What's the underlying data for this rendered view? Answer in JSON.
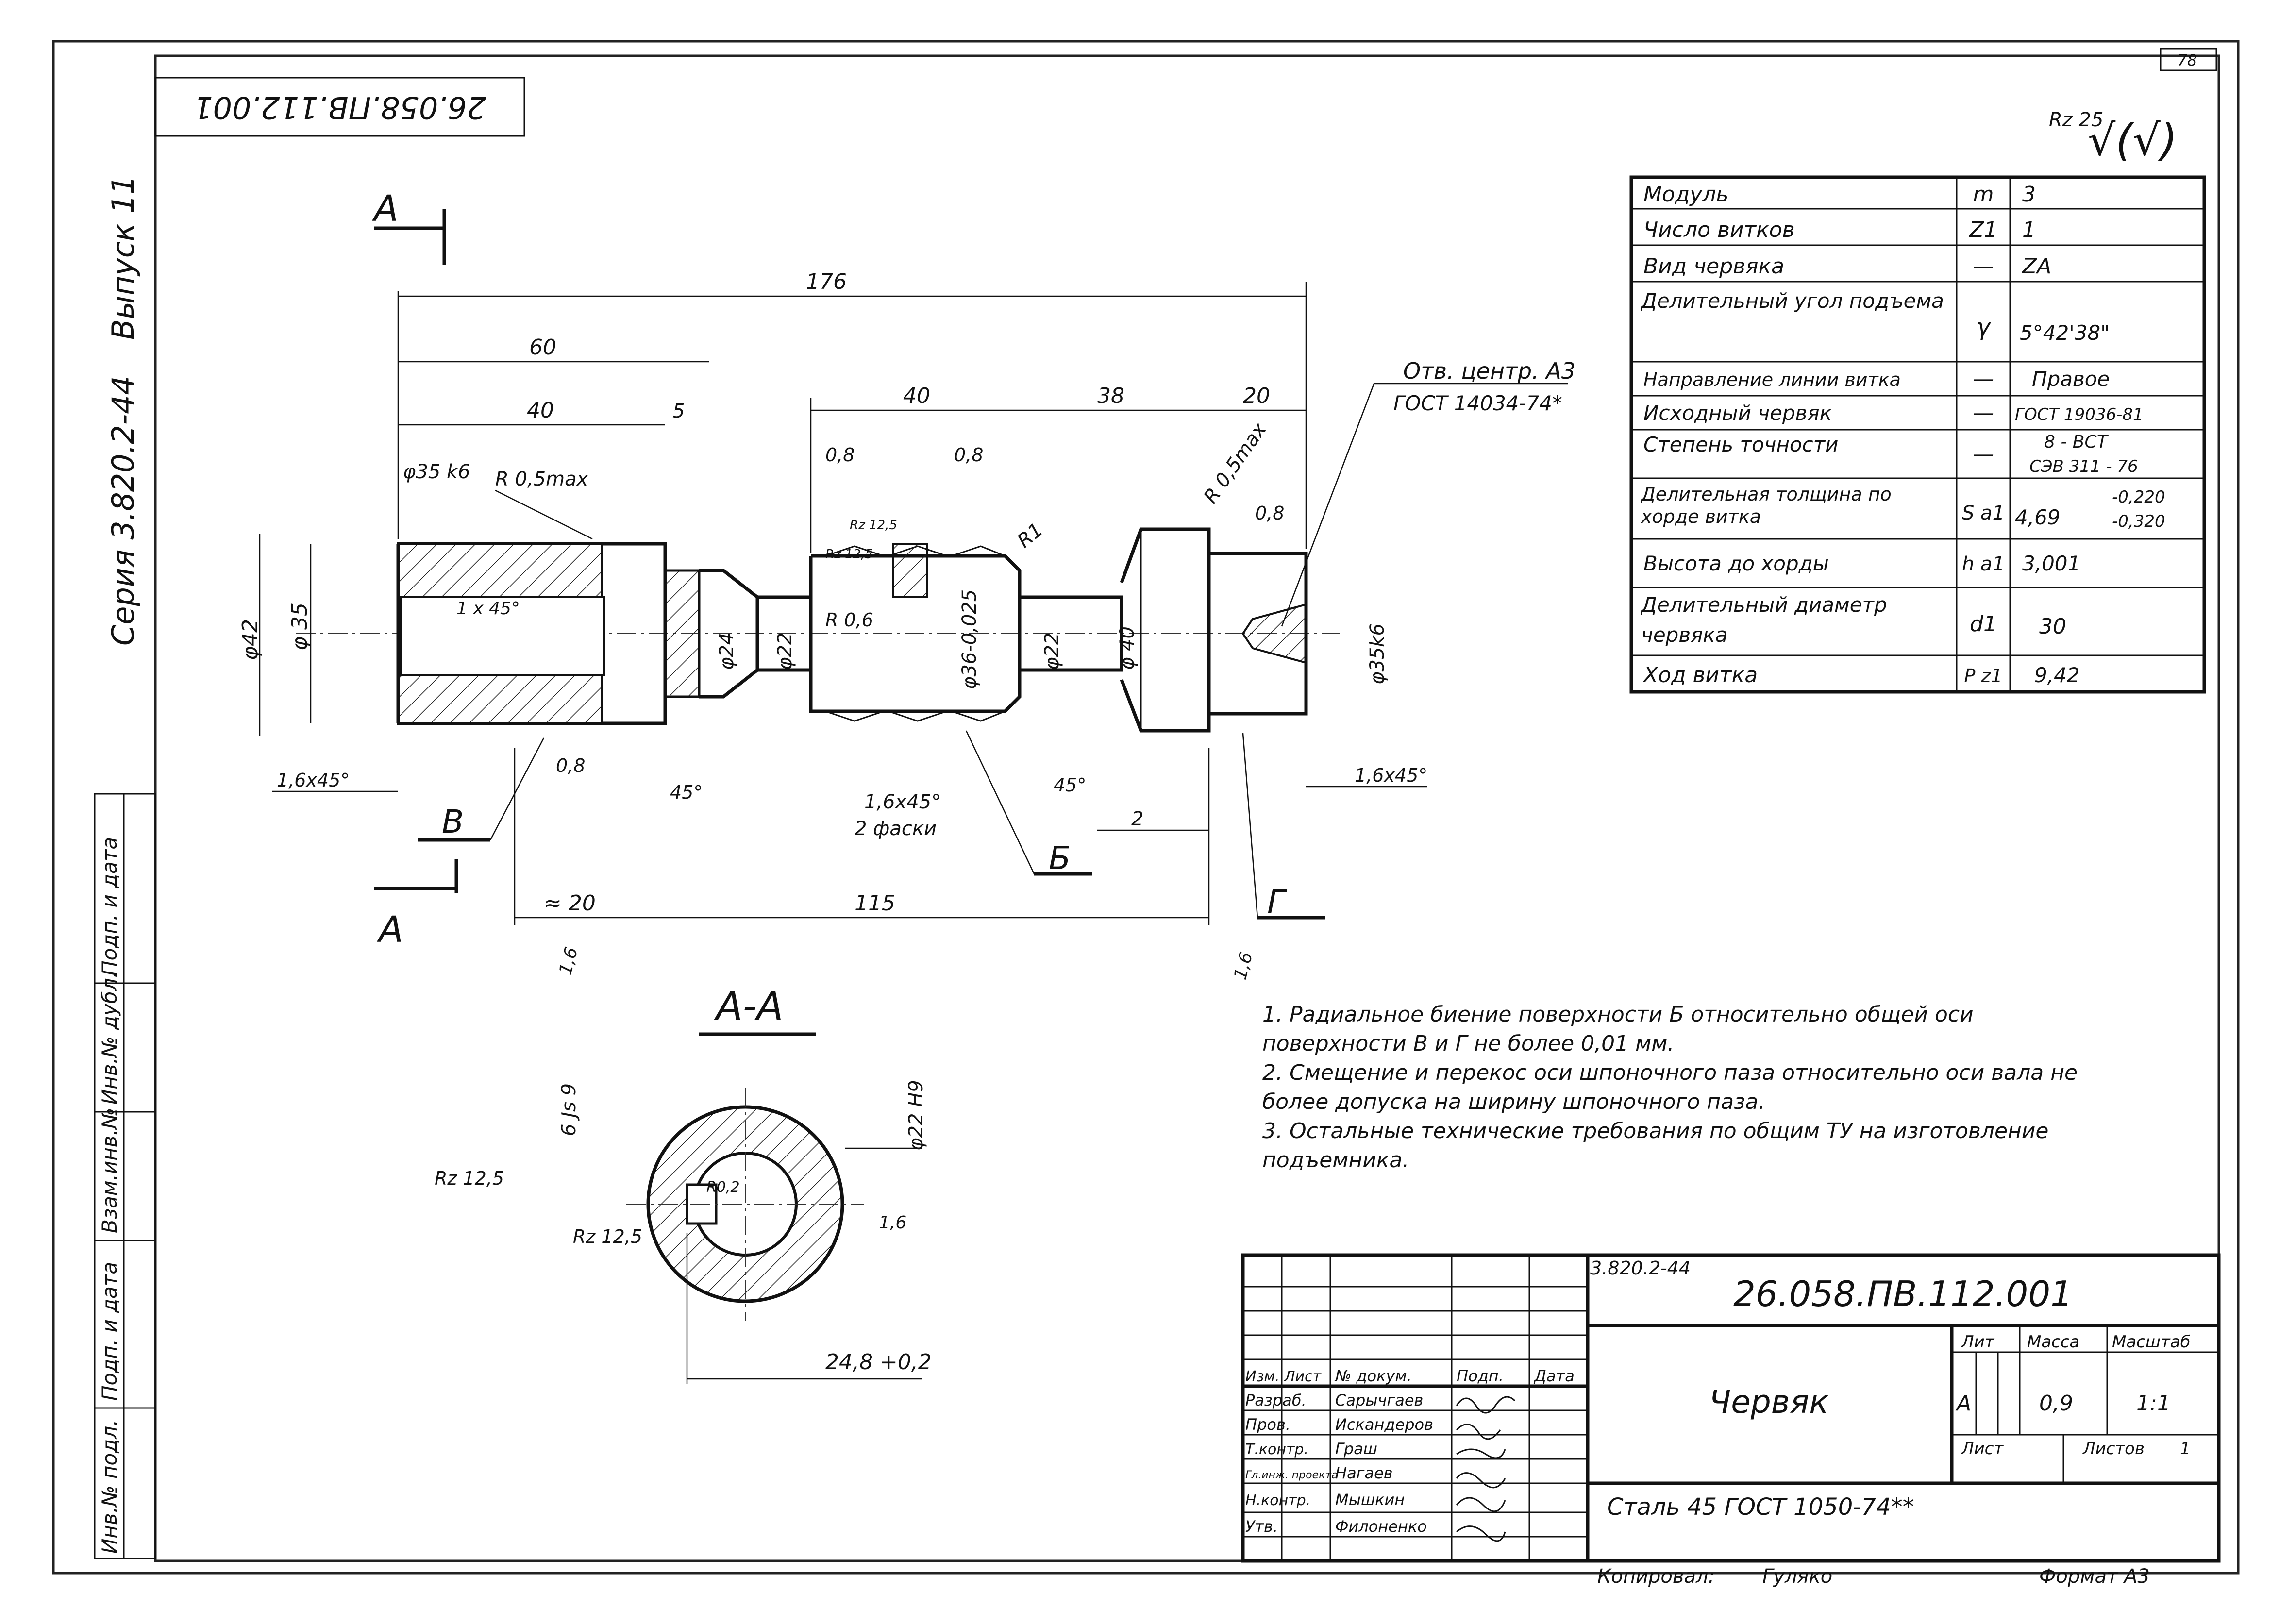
{
  "sheet": {
    "page_number": "78",
    "doc_code_top": "26.058.ПВ.112.001",
    "series_label": "Серия 3.820.2-44",
    "issue_label": "Выпуск 11",
    "roughness_general": "Rz 25",
    "roughness_mark": "√(√)"
  },
  "side_stamp": {
    "cells": [
      "Подп. и дата",
      "Инв.№ дубл.",
      "Взам.инв.№",
      "Подп. и дата",
      "Инв.№ подл."
    ]
  },
  "params_table": {
    "rows": [
      {
        "label": "Модуль",
        "symbol": "m",
        "value": "3"
      },
      {
        "label": "Число витков",
        "symbol": "Z1",
        "value": "1"
      },
      {
        "label": "Вид червяка",
        "symbol": "—",
        "value": "ZA"
      },
      {
        "label": "Делительный угол подъема",
        "symbol": "γ",
        "value": "5°42'38\""
      },
      {
        "label": "Направление линии витка",
        "symbol": "—",
        "value": "Правое"
      },
      {
        "label": "Исходный червяк",
        "symbol": "—",
        "value": "ГОСТ 19036-81"
      },
      {
        "label": "Степень точности",
        "symbol": "—",
        "value": "8 - ВСТ",
        "value2": "СЭВ 311 - 76"
      },
      {
        "label": "Делительная толщина по хорде витка",
        "symbol": "S a1",
        "value": "4,69",
        "tol_upper": "-0,220",
        "tol_lower": "-0,320"
      },
      {
        "label": "Высота до хорды",
        "symbol": "h a1",
        "value": "3,001"
      },
      {
        "label": "Делительный диаметр червяка",
        "symbol": "d1",
        "value": "30"
      },
      {
        "label": "Ход витка",
        "symbol": "P z1",
        "value": "9,42"
      }
    ]
  },
  "drawing": {
    "section_marks": [
      "А",
      "А",
      "Б",
      "В",
      "Г"
    ],
    "section_title": "А-А",
    "center_hole_note": "Отв. центр. А3",
    "center_hole_std": "ГОСТ 14034-74*",
    "dims": {
      "total_len": "176",
      "len_60": "60",
      "len_40a": "40",
      "len_5": "5",
      "len_40b": "40",
      "len_38": "38",
      "len_20": "20",
      "len_approx20": "≈ 20",
      "len_115": "115",
      "d42": "φ42",
      "d35": "φ 35",
      "d35k6_left": "φ35 k6",
      "d24": "φ24",
      "d22a": "φ22",
      "d36": "φ36-0,025",
      "d22b": "φ22",
      "d40": "φ 40",
      "d35k6_right": "φ35k6",
      "r05max_a": "R 0,5max",
      "r05max_b": "R 0,5max",
      "r06": "R 0,6",
      "r1": "R1",
      "r02": "R0,2",
      "chamfer_1x45": "1 x 45°",
      "chamfer_16x45_left": "1,6x45°",
      "chamfer_16x45_mid": "1,6x45°",
      "chamfer_2_note": "2 фаски",
      "chamfer_16x45_right": "1,6x45°",
      "angle_45a": "45°",
      "angle_45b": "45°",
      "len_2": "2",
      "rough_08_a": "0,8",
      "rough_08_b": "0,8",
      "rough_08_c": "0,8",
      "rough_08_d": "0,8",
      "rough_rz125_a": "Rz 12,5",
      "rough_rz125_b": "Rz 12,5",
      "rough_16_a": "1,6",
      "rough_16_b": "1,6",
      "sec_key_width": "6 Js 9",
      "sec_bore": "φ22 H9",
      "sec_depth": "24,8 +0,2",
      "sec_rz125_a": "Rz 12,5",
      "sec_rz125_b": "Rz 12,5",
      "sec_rough_16": "1,6"
    }
  },
  "notes": [
    "1. Радиальное биение поверхности Б относительно общей оси поверхности В и Г не более 0,01 мм.",
    "2. Смещение и перекос оси шпоночного паза относительно оси вала не более допуска на ширину шпоночного паза.",
    "3. Остальные технические требования по общим ТУ на изготовление подъемника."
  ],
  "title_block": {
    "series_ref": "3.820.2-44",
    "doc_code": "26.058.ПВ.112.001",
    "name": "Червяк",
    "material": "Сталь 45 ГОСТ 1050-74**",
    "head": {
      "izm": "Изм.",
      "list": "Лист",
      "doc": "№ докум.",
      "sign": "Подп.",
      "date": "Дата"
    },
    "roles": [
      {
        "role": "Разраб.",
        "name": "Сарычгаев"
      },
      {
        "role": "Пров.",
        "name": "Искандеров"
      },
      {
        "role": "Т.контр.",
        "name": "Граш"
      },
      {
        "role": "Гл.инж. проекта",
        "name": "Нагаев"
      },
      {
        "role": "Н.контр.",
        "name": "Мышкин"
      },
      {
        "role": "Утв.",
        "name": "Филоненко"
      }
    ],
    "lit_label": "Лит",
    "mass_label": "Масса",
    "scale_label": "Масштаб",
    "lit_value": "А",
    "mass_value": "0,9",
    "scale_value": "1:1",
    "sheet_label": "Лист",
    "sheets_label": "Листов",
    "sheets_value": "1",
    "copied_label": "Копировал:",
    "copied_name": "Гуляко",
    "format_label": "Формат А3"
  }
}
